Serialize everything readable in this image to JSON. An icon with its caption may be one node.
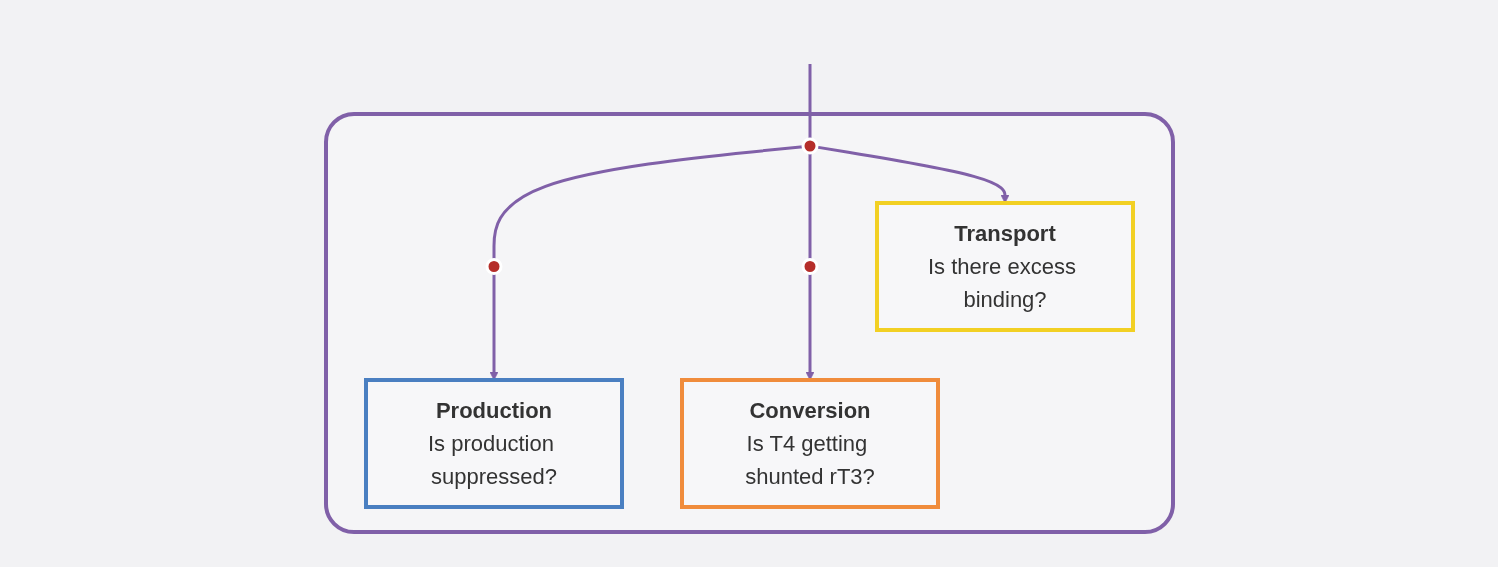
{
  "diagram": {
    "nodes": [
      {
        "text": [],
        "shape": "box"
      },
      {
        "text": [],
        "shape": "circle",
        "in": 0
      },
      {
        "text": [],
        "shape": "circle",
        "in": 0
      },
      {
        "text": [],
        "shape": "circle",
        "in": 0
      },
      {
        "text": [
          "Production",
          "Is production suppressed?"
        ],
        "in": 0
      },
      {
        "text": [
          "Transport",
          "Is there excess binding?"
        ],
        "in": 0
      },
      {
        "text": [
          "Conversion",
          "Is T4 getting shunted rT3?"
        ],
        "in": 0
      }
    ],
    "edges": [
      {
        "from": null,
        "to": 2,
        "arrow": "none"
      },
      {
        "from": 2,
        "to": 1,
        "arrow": "none"
      },
      {
        "from": 2,
        "to": 3,
        "arrow": "none"
      },
      {
        "from": 1,
        "to": 4,
        "arrow": "to"
      },
      {
        "from": 2,
        "to": 5,
        "arrow": "to"
      },
      {
        "from": 3,
        "to": 6,
        "arrow": "to"
      }
    ]
  }
}
